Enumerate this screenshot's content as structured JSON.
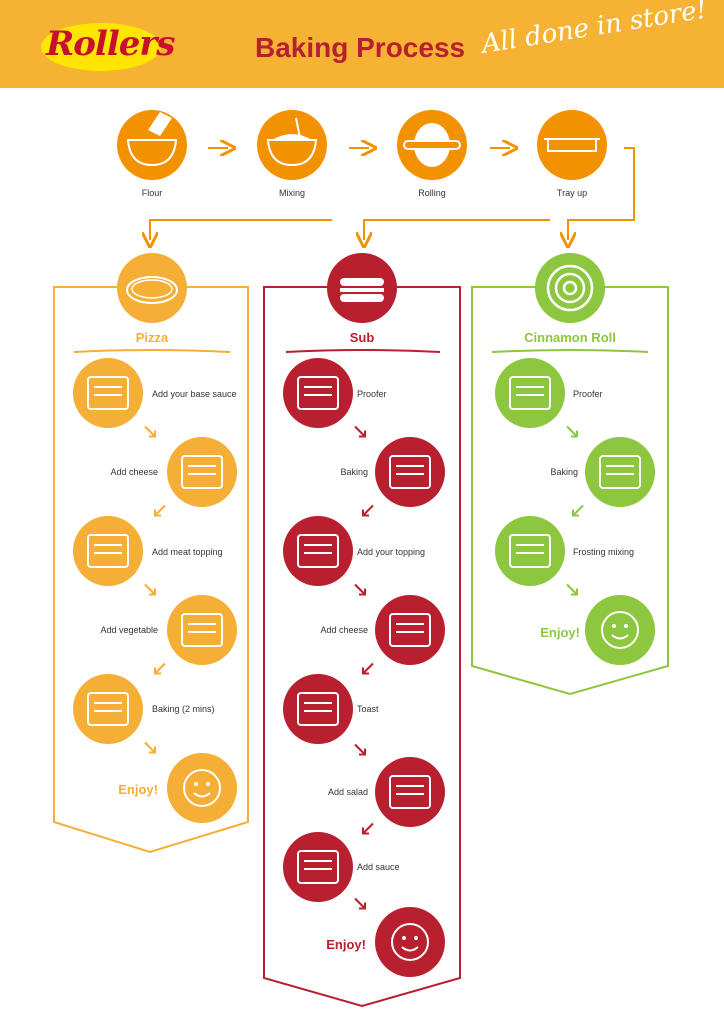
{
  "header": {
    "logo": "Rollers",
    "title": "Baking Process",
    "tagline": "All done in store!"
  },
  "top_steps": [
    {
      "label": "Flour",
      "icon": "flour-bowl-icon"
    },
    {
      "label": "Mixing",
      "icon": "mixing-bowl-icon"
    },
    {
      "label": "Rolling",
      "icon": "rolling-pin-icon"
    },
    {
      "label": "Tray up",
      "icon": "tray-icon"
    }
  ],
  "columns": [
    {
      "title": "Pizza",
      "icon": "pizza-icon",
      "color": "#f5ae36",
      "steps": [
        "Add your base sauce",
        "Add cheese",
        "Add meat topping",
        "Add vegetable",
        "Baking (2 mins)"
      ],
      "enjoy": "Enjoy!"
    },
    {
      "title": "Sub",
      "icon": "sub-sandwich-icon",
      "color": "#b8202f",
      "steps": [
        "Proofer",
        "Baking",
        "Add your topping",
        "Add cheese",
        "Toast",
        "Add salad",
        "Add sauce"
      ],
      "enjoy": "Enjoy!"
    },
    {
      "title": "Cinnamon Roll",
      "icon": "cinnamon-roll-icon",
      "color": "#8dc63f",
      "steps": [
        "Proofer",
        "Baking",
        "Frosting mixing"
      ],
      "enjoy": "Enjoy!"
    }
  ],
  "colors": {
    "header": "#f6b233",
    "orange": "#f39200",
    "pizza": "#f5ae36",
    "sub": "#b8202f",
    "cinnamon": "#8dc63f"
  }
}
